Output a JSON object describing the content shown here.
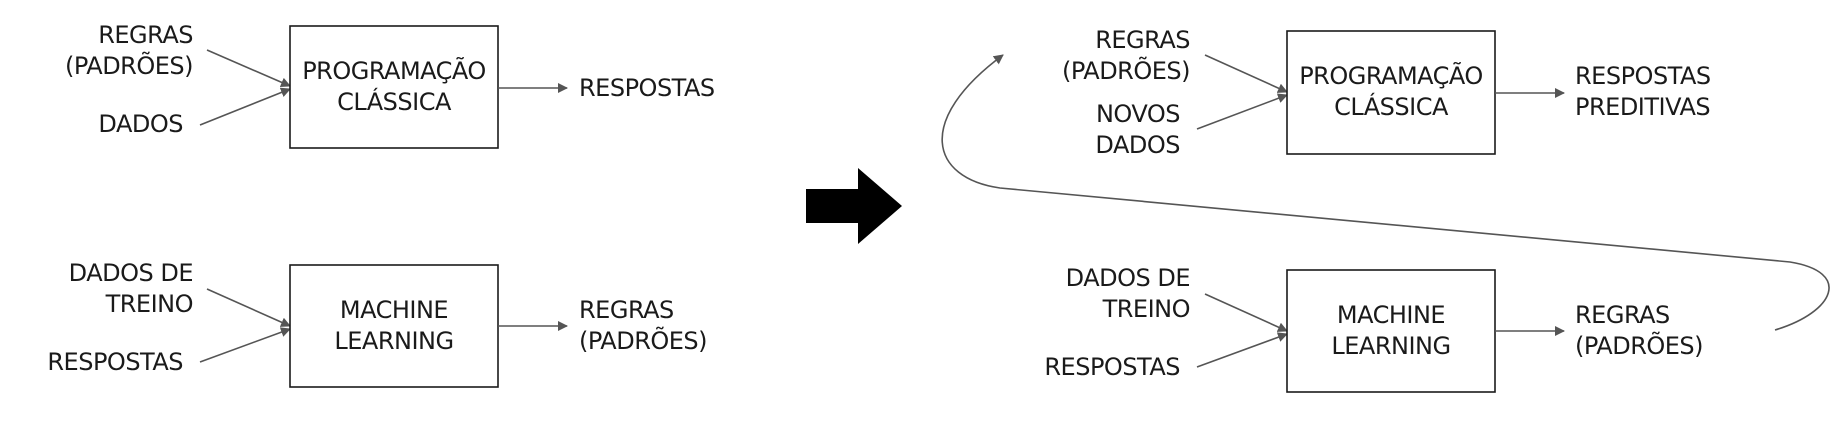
{
  "left": {
    "classic": {
      "inputs": [
        "REGRAS\n(PADRÕES)",
        "DADOS"
      ],
      "box": "PROGRAMAÇÃO\nCLÁSSICA",
      "output": "RESPOSTAS"
    },
    "ml": {
      "inputs": [
        "DADOS DE\nTREINO",
        "RESPOSTAS"
      ],
      "box": "MACHINE\nLEARNING",
      "output": "REGRAS\n(PADRÕES)"
    }
  },
  "right": {
    "classic": {
      "inputs": [
        "REGRAS\n(PADRÕES)",
        "NOVOS\nDADOS"
      ],
      "box": "PROGRAMAÇÃO\nCLÁSSICA",
      "output": "RESPOSTAS\nPREDITIVAS"
    },
    "ml": {
      "inputs": [
        "DADOS DE\nTREINO",
        "RESPOSTAS"
      ],
      "box": "MACHINE\nLEARNING",
      "output": "REGRAS\n(PADRÕES)"
    }
  },
  "colors": {
    "text": "#1a1a1a",
    "arrow": "#555555",
    "transition_arrow": "#000000"
  }
}
